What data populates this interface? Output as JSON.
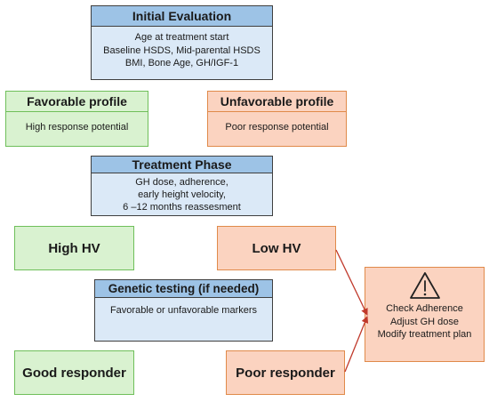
{
  "initial_evaluation": {
    "title": "Initial Evaluation",
    "lines": [
      "Age at treatment start",
      "Baseline HSDS, Mid-parental HSDS",
      "BMI, Bone Age, GH/IGF-1"
    ]
  },
  "favorable_profile": {
    "title": "Favorable profile",
    "text": "High response potential"
  },
  "unfavorable_profile": {
    "title": "Unfavorable profile",
    "text": "Poor response potential"
  },
  "treatment_phase": {
    "title": "Treatment Phase",
    "lines": [
      "GH dose, adherence,",
      "early height velocity,",
      "6 –12 months reassesment"
    ]
  },
  "high_hv": "High HV",
  "low_hv": "Low HV",
  "genetic_testing": {
    "title": "Genetic testing (if needed)",
    "text": "Favorable or unfavorable markers"
  },
  "good_responder": "Good responder",
  "poor_responder": "Poor responder",
  "action_box": {
    "icon": "warning-icon",
    "lines": [
      "Check Adherence",
      "Adjust GH dose",
      "Modify treatment plan"
    ]
  },
  "colors": {
    "blue_fill": "#dbe9f7",
    "blue_header": "#9dc3e6",
    "green_fill": "#d9f2d0",
    "green_border": "#6fbf5a",
    "orange_fill": "#fbd3c0",
    "orange_border": "#e08a4a",
    "arrow": "#c0392b"
  }
}
